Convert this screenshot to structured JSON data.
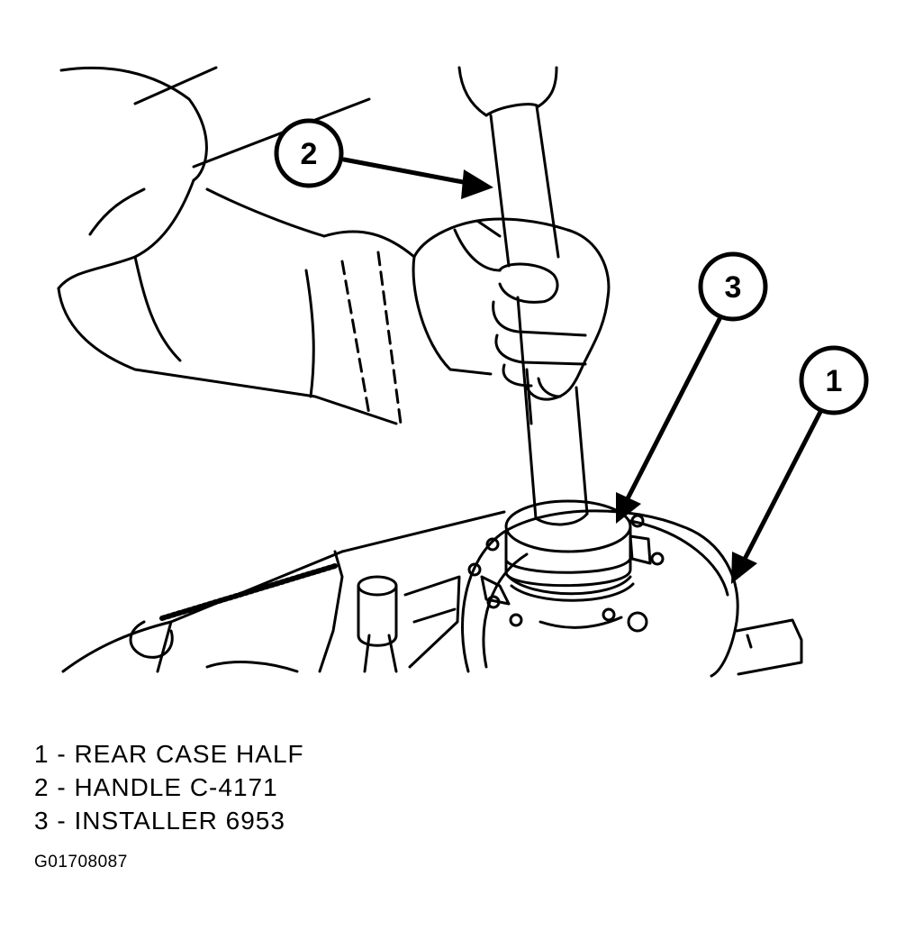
{
  "callouts": [
    {
      "number": "1",
      "label": "REAR CASE HALF"
    },
    {
      "number": "2",
      "label": "HANDLE C-4171"
    },
    {
      "number": "3",
      "label": "INSTALLER 6953"
    }
  ],
  "legend": [
    "1 - REAR CASE HALF",
    "2 - HANDLE C-4171",
    "3 - INSTALLER 6953"
  ],
  "figure_id": "G01708087",
  "colors": {
    "ink": "#000000",
    "paper": "#ffffff"
  }
}
